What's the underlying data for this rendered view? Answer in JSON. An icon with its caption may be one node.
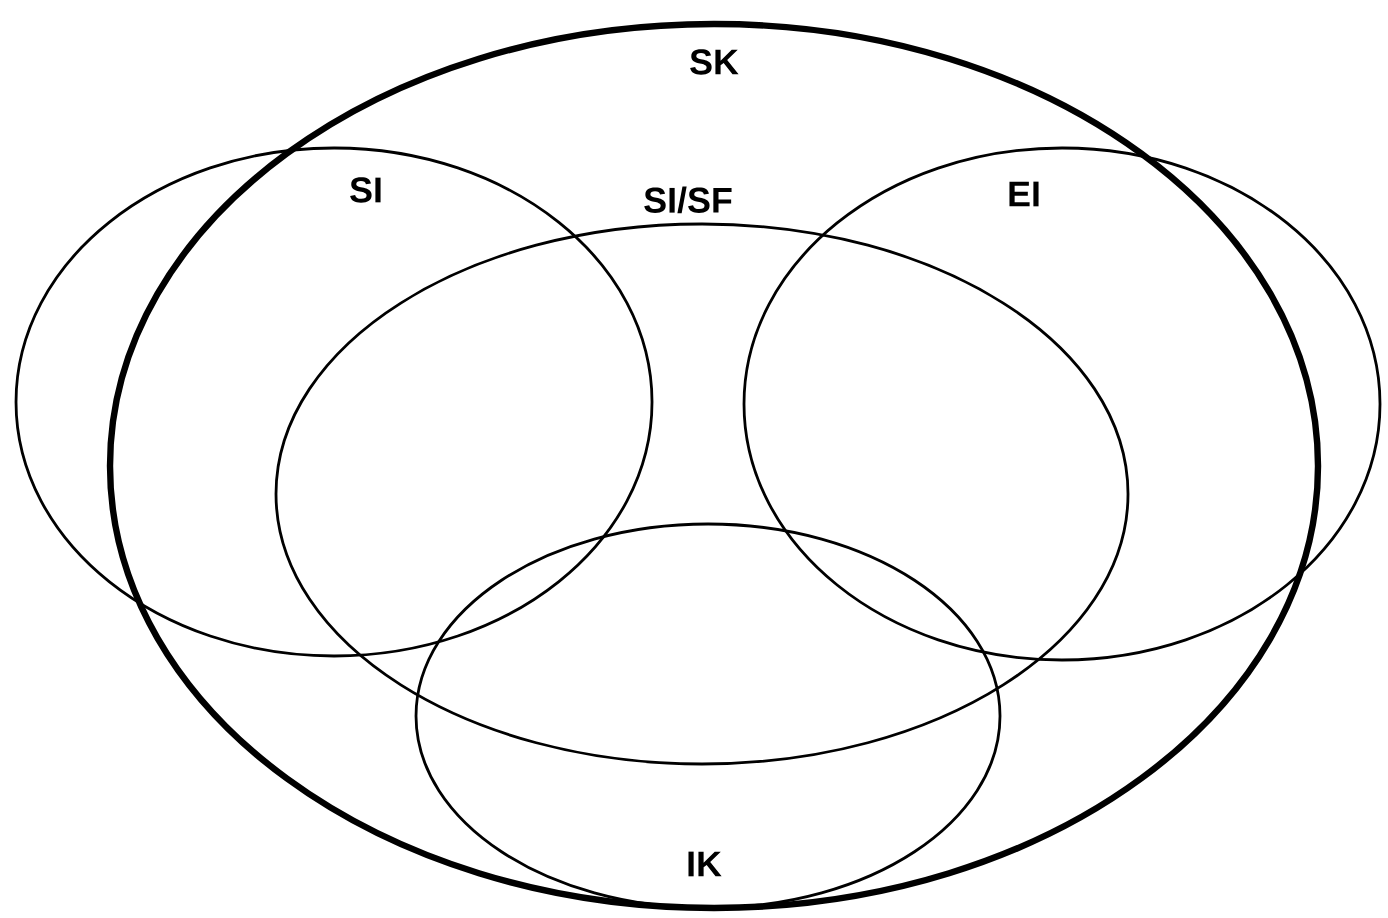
{
  "diagram": {
    "nodes": [
      {
        "text": [
          "SK"
        ]
      },
      {
        "text": [
          "SI"
        ]
      },
      {
        "text": [
          "SI/SF"
        ],
        "in": 0
      },
      {
        "text": [
          "EI"
        ]
      },
      {
        "text": [
          "IK"
        ],
        "in": 0
      }
    ]
  }
}
